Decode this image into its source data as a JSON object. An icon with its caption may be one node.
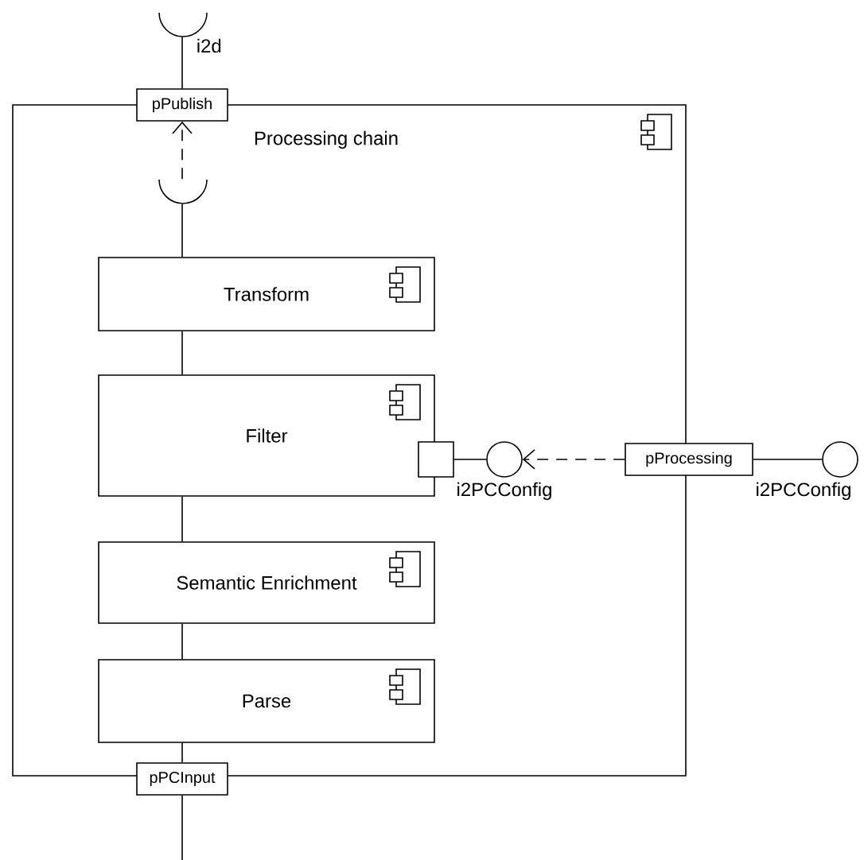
{
  "diagram": {
    "nodes": [
      {
        "text": [
          "Processing chain"
        ]
      },
      {
        "text": [
          "pPublish"
        ]
      },
      {
        "text": [],
        "shape": "socket",
        "beside": [
          "i2d"
        ]
      },
      {
        "text": [],
        "shape": "socket",
        "in": 0
      },
      {
        "text": [
          "Transform"
        ],
        "in": 0
      },
      {
        "text": [
          "Filter"
        ],
        "in": 0
      },
      {
        "text": [],
        "shape": "box",
        "in": 0
      },
      {
        "text": [],
        "shape": "circle",
        "in": 0,
        "beside": [
          "i2PCConfig"
        ]
      },
      {
        "text": [
          "Semantic Enrichment"
        ],
        "in": 0
      },
      {
        "text": [
          "Parse"
        ],
        "in": 0
      },
      {
        "text": [
          "pProcessing"
        ]
      },
      {
        "text": [],
        "shape": "circle",
        "beside": [
          "i2PCConfig"
        ]
      },
      {
        "text": [
          "pPCInput"
        ]
      }
    ],
    "edges": [
      {
        "from": 2,
        "to": 1,
        "arrow": "none"
      },
      {
        "from": 3,
        "to": 1,
        "arrow": "to",
        "style": "dashed"
      },
      {
        "from": 3,
        "to": 4,
        "arrow": "none"
      },
      {
        "from": 4,
        "to": 5,
        "arrow": "none"
      },
      {
        "from": 5,
        "to": 8,
        "arrow": "none"
      },
      {
        "from": 8,
        "to": 9,
        "arrow": "none"
      },
      {
        "from": 9,
        "to": 12,
        "arrow": "none"
      },
      {
        "from": 12,
        "to": null,
        "arrow": "none"
      },
      {
        "from": 6,
        "to": 7,
        "arrow": "none"
      },
      {
        "from": 10,
        "to": 7,
        "arrow": "to",
        "style": "dashed"
      },
      {
        "from": 10,
        "to": 11,
        "arrow": "none"
      }
    ]
  }
}
